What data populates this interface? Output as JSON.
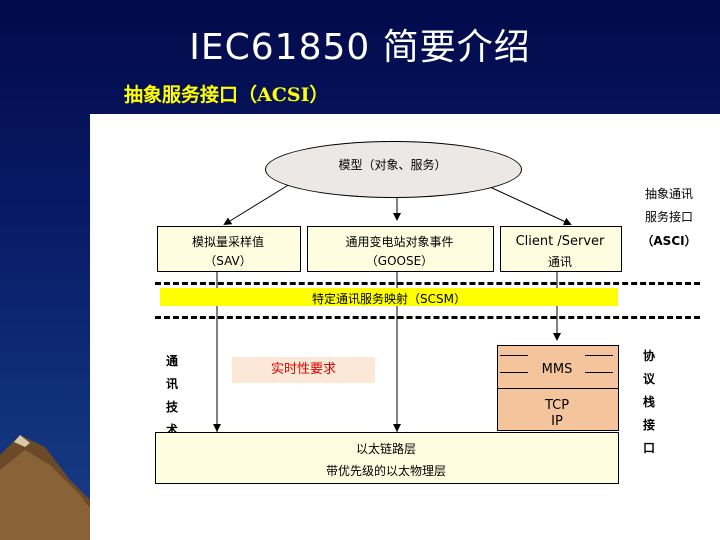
{
  "title": "IEC61850 简要介绍",
  "subtitle": "抽象服务接口（ACSI）",
  "diagram": {
    "model_label": "模型（对象、服务）",
    "acsi_label_line1": "抽象通讯",
    "acsi_label_line2": "服务接口",
    "acsi_label_line3": "（ASCI）",
    "sav_line1": "模拟量采样值",
    "sav_line2": "（SAV）",
    "goose_line1": "通用变电站对象事件",
    "goose_line2": "（GOOSE）",
    "cs_line1": "Client /Server",
    "cs_line2": "通讯",
    "scsm_label": "特定通讯服务映射（SCSM）",
    "realtime_label": "实时性要求",
    "mms_label": "MMS",
    "tcp_label": "TCP",
    "ip_label": "IP",
    "eth_line1": "以太链路层",
    "eth_line2": "带优先级的以太物理层",
    "comm_tech": [
      "通",
      "讯",
      "技",
      "术"
    ],
    "protocol_stack": [
      "协",
      "议",
      "栈",
      "接",
      "口"
    ]
  }
}
